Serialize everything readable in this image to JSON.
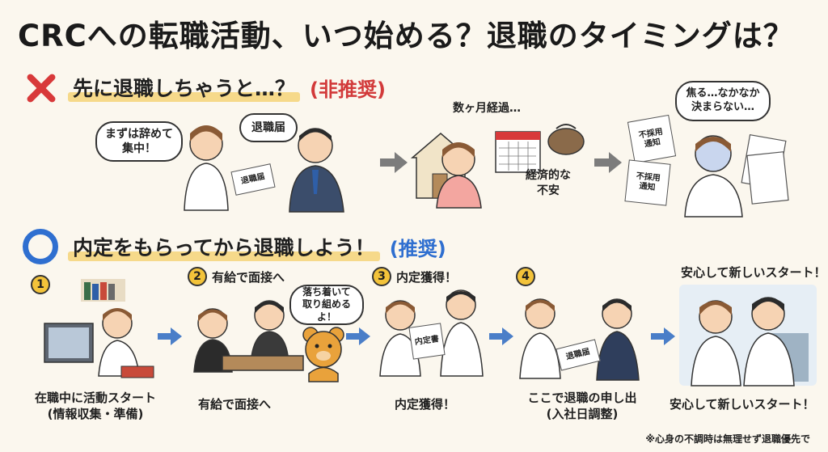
{
  "title": "CRCへの転職活動、いつ始める？退職のタイミングは？",
  "bad": {
    "heading": "先に退職しちゃうと…？",
    "tag": "(非推奨)",
    "bubble_resign": "まずは辞めて\n集中！",
    "bubble_letter": "退職届",
    "letter_paper": "退職届",
    "months_label": "数ヶ月経過…",
    "money_worry": "経済的な\n不安",
    "bubble_stress": "焦る…なかなか\n決まらない…",
    "reject_paper_1": "不採用\n通知",
    "reject_paper_2": "不採用\n通知"
  },
  "good": {
    "heading": "内定をもらってから退職しよう！",
    "tag": "(推奨)",
    "steps": [
      {
        "num": "1",
        "title": "",
        "label": "在職中に活動スタート\n(情報収集・準備)"
      },
      {
        "num": "2",
        "title": "有給で面接へ",
        "label": "有給で面接へ"
      },
      {
        "num": "3",
        "title": "内定獲得！",
        "label": "内定獲得！"
      },
      {
        "num": "4",
        "title": "",
        "label": "ここで退職の申し出\n(入社日調整)"
      },
      {
        "num": "",
        "title": "安心して新しいスタート！",
        "label": "安心して新しいスタート！"
      }
    ],
    "bear_bubble": "落ち着いて\n取り組めるよ！",
    "offer_paper": "内定書",
    "resign_paper": "退職届"
  },
  "footnote": "※心身の不調時は無理せず退職優先で"
}
